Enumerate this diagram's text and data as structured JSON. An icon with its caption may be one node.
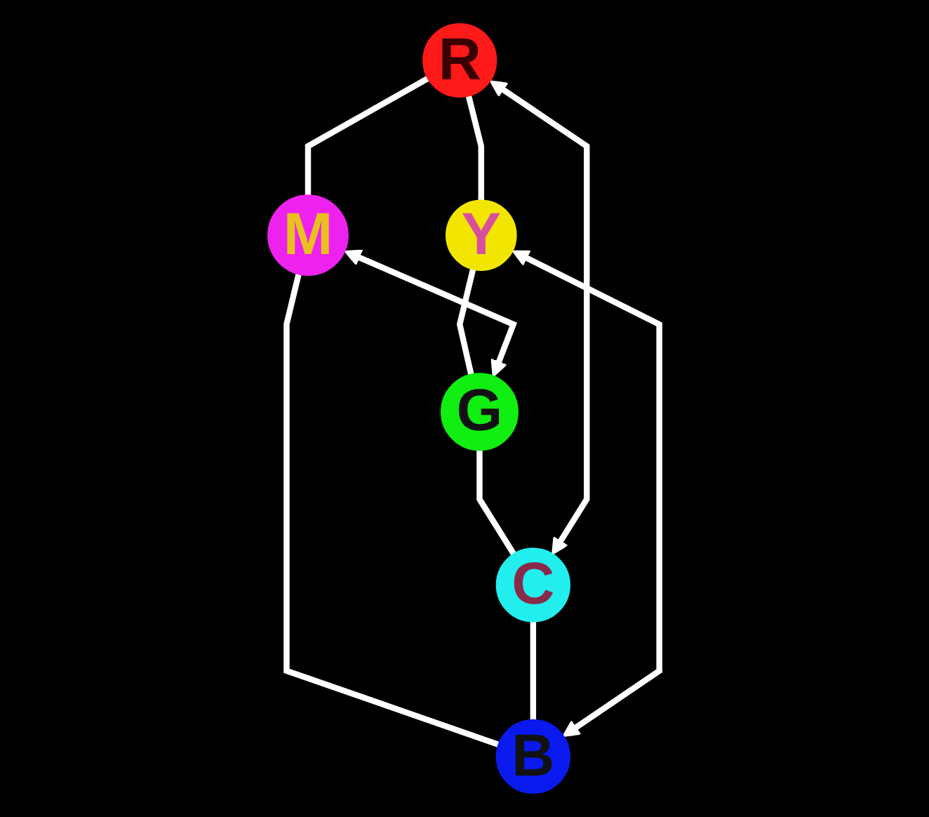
{
  "diagram": {
    "nodes": [
      {
        "text": [
          "R"
        ]
      },
      {
        "text": [
          "Y"
        ]
      },
      {
        "text": [
          "M"
        ]
      },
      {
        "text": [
          "G"
        ]
      },
      {
        "text": [
          "C"
        ]
      },
      {
        "text": [
          "B"
        ]
      }
    ],
    "edges": [
      {
        "from": 0,
        "to": 1,
        "arrow": "none"
      },
      {
        "from": 0,
        "to": 2,
        "arrow": "none"
      },
      {
        "from": 1,
        "to": 3,
        "arrow": "none"
      },
      {
        "from": 2,
        "to": 5,
        "arrow": "none"
      },
      {
        "from": 3,
        "to": 4,
        "arrow": "none"
      },
      {
        "from": 4,
        "to": 5,
        "arrow": "none"
      },
      {
        "from": 0,
        "to": 4,
        "arrow": "both"
      },
      {
        "from": 1,
        "to": 5,
        "arrow": "both"
      },
      {
        "from": 2,
        "to": 3,
        "arrow": "both"
      }
    ]
  }
}
